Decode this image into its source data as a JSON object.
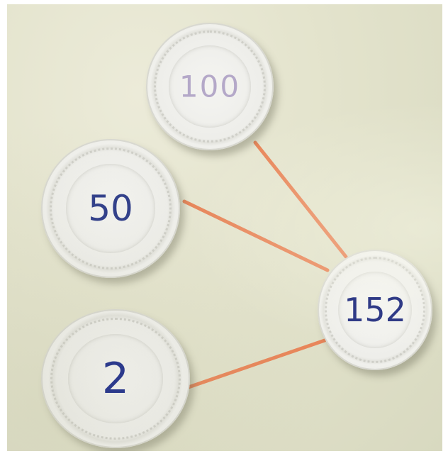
{
  "plates": {
    "top": {
      "number": "100"
    },
    "upper_left": {
      "number": "50"
    },
    "lower_left": {
      "number": "2"
    },
    "right": {
      "number": "152"
    }
  },
  "colors": {
    "wall": "#e3e3cc",
    "plate": "#f0f0ec",
    "string": "#e8865a",
    "ink_dark": "#2f3a86",
    "ink_light": "#b4a8c8"
  }
}
